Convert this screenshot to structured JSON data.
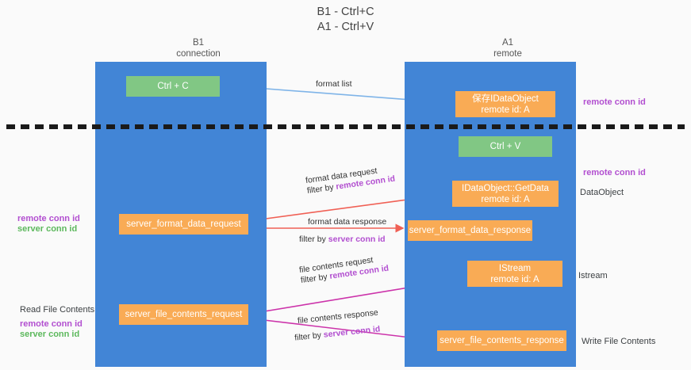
{
  "diagram": {
    "title_line1": "B1 - Ctrl+C",
    "title_line2": "A1 - Ctrl+V",
    "columns": [
      {
        "name": "B1",
        "role": "connection"
      },
      {
        "name": "A1",
        "role": "remote"
      }
    ],
    "colors": {
      "lane": "#4285d6",
      "green_box": "#81c784",
      "orange_box": "#f9ab55",
      "remote_conn_id": "#b24fd0",
      "server_conn_id_legend": "#5cb85c",
      "server_conn_id_edge": "#b24fd0",
      "arrow_blue": "#7fb4e8",
      "arrow_red": "#f06055",
      "arrow_magenta": "#cc33aa",
      "arrow_black": "#1a1a1a",
      "divider": "#1a1a1a"
    },
    "nodes": {
      "ctrl_c": {
        "label": "Ctrl + C",
        "style": "green",
        "column": "B1"
      },
      "save_idataobject": {
        "line1": "保存IDataObject",
        "line2": "remote id: A",
        "style": "orange",
        "column": "A1"
      },
      "ctrl_v": {
        "label": "Ctrl + V",
        "style": "green",
        "column": "A1"
      },
      "idataobject_getdata": {
        "line1": "IDataObject::GetData",
        "line2": "remote id: A",
        "style": "orange",
        "column": "A1"
      },
      "server_format_data_request": {
        "label": "server_format_data_request",
        "style": "orange",
        "column": "B1"
      },
      "server_format_data_response": {
        "label": "server_format_data_response",
        "style": "orange",
        "column": "A1"
      },
      "istream": {
        "line1": "IStream",
        "line2": "remote id: A",
        "style": "orange",
        "column": "A1"
      },
      "server_file_contents_request": {
        "label": "server_file_contents_request",
        "style": "orange",
        "column": "B1"
      },
      "server_file_contents_response": {
        "label": "server_file_contents_response",
        "style": "orange",
        "column": "A1"
      }
    },
    "edge_labels": {
      "format_list": "format list",
      "format_data_request": "format data request",
      "format_data_request_filter_prefix": "filter by ",
      "format_data_request_filter_key": "remote conn id",
      "format_data_response": "format data response",
      "format_data_response_filter_prefix": "filter by ",
      "format_data_response_filter_key": "server conn id",
      "file_contents_request": "file contents request",
      "file_contents_request_filter_prefix": "filter by ",
      "file_contents_request_filter_key": "remote conn id",
      "file_contents_response": "file contents response",
      "file_contents_response_filter_prefix": "filter by ",
      "file_contents_response_filter_key": "server conn id"
    },
    "right_labels": {
      "remote_conn_id_top": "remote conn id",
      "remote_conn_id_mid": "remote conn id",
      "dataobject": "DataObject",
      "istream": "Istream",
      "write_file_contents": "Write File Contents"
    },
    "left_labels": {
      "remote_conn_id_mid": "remote conn id",
      "server_conn_id_mid": "server conn id",
      "read_file_contents": "Read File Contents",
      "remote_conn_id_bottom": "remote conn id",
      "server_conn_id_bottom": "server conn id"
    }
  }
}
